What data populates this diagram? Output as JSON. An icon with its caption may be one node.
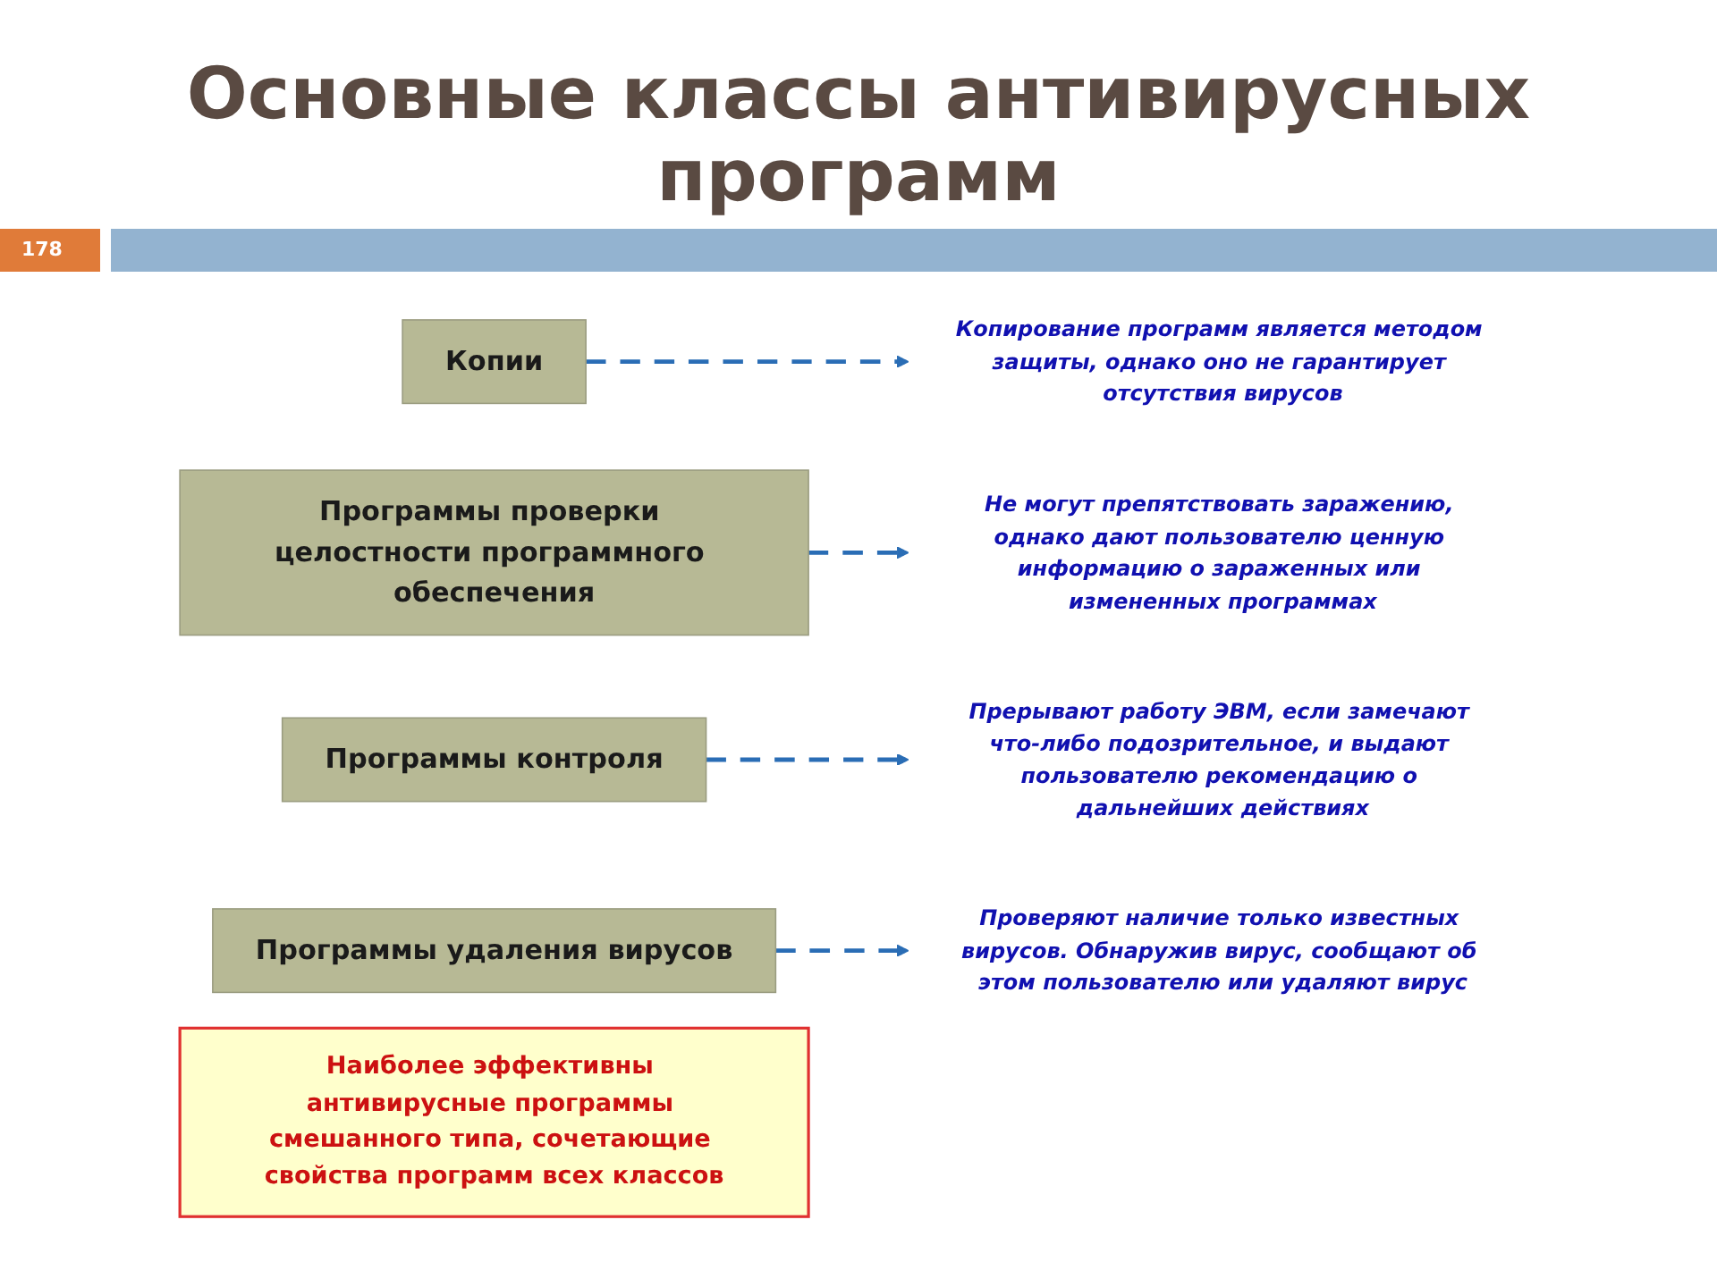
{
  "diagram": {
    "title": "Основные классы антивирусных программ",
    "nodes": [
      {
        "text": [
          "Копии"
        ]
      },
      {
        "text": [
          "Копирование программ является методом защиты, однако оно не гарантирует отсутствия вирусов"
        ]
      },
      {
        "text": [
          "Программы проверки целостности программного обеспечения"
        ]
      },
      {
        "text": [
          "Не могут препятствовать заражению, однако дают пользователю ценную информацию о зараженных или измененных программах"
        ]
      },
      {
        "text": [
          "Программы контроля"
        ]
      },
      {
        "text": [
          "Прерывают работу ЭВМ, если замечают что-либо подозрительное, и выдают пользователю рекомендацию о дальнейших действиях"
        ]
      },
      {
        "text": [
          "Программы удаления вирусов"
        ]
      },
      {
        "text": [
          "Проверяют наличие только известных вирусов. Обнаружив вирус, сообщают об этом пользователю или удаляют вирус"
        ]
      },
      {
        "text": [
          "Наиболее эффективны антивирусные программы смешанного типа, сочетающие свойства программ всех классов"
        ]
      }
    ],
    "edges": [
      {
        "from": 0,
        "to": 1,
        "arrow": "to",
        "style": "dashed"
      },
      {
        "from": 2,
        "to": 3,
        "arrow": "to",
        "style": "dashed"
      },
      {
        "from": 4,
        "to": 5,
        "arrow": "to",
        "style": "dashed"
      },
      {
        "from": 6,
        "to": 7,
        "arrow": "to",
        "style": "dashed"
      }
    ],
    "labels": [
      "178"
    ]
  }
}
